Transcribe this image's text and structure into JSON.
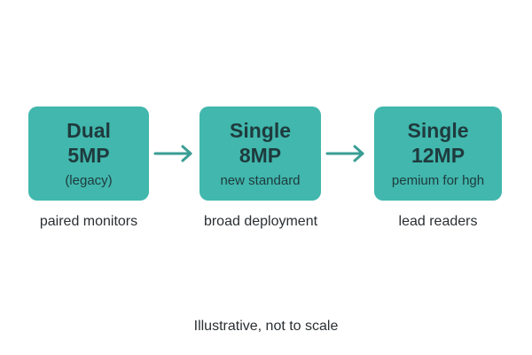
{
  "colors": {
    "box_fill": "#41b7ad",
    "box_text": "#1f3a3d",
    "arrow": "#3a9e94",
    "caption_text": "#2a2f33"
  },
  "stages": [
    {
      "title_line1": "Dual",
      "title_line2": "5MP",
      "subtitle": "(legacy)",
      "caption": "paired monitors"
    },
    {
      "title_line1": "Single",
      "title_line2": "8MP",
      "subtitle": "new standard",
      "caption": "broad deployment"
    },
    {
      "title_line1": "Single",
      "title_line2": "12MP",
      "subtitle": "pemium for hgh",
      "caption": "lead readers"
    }
  ],
  "arrow_icon": "right-arrow-icon",
  "footnote": "Illustrative, not to scale"
}
